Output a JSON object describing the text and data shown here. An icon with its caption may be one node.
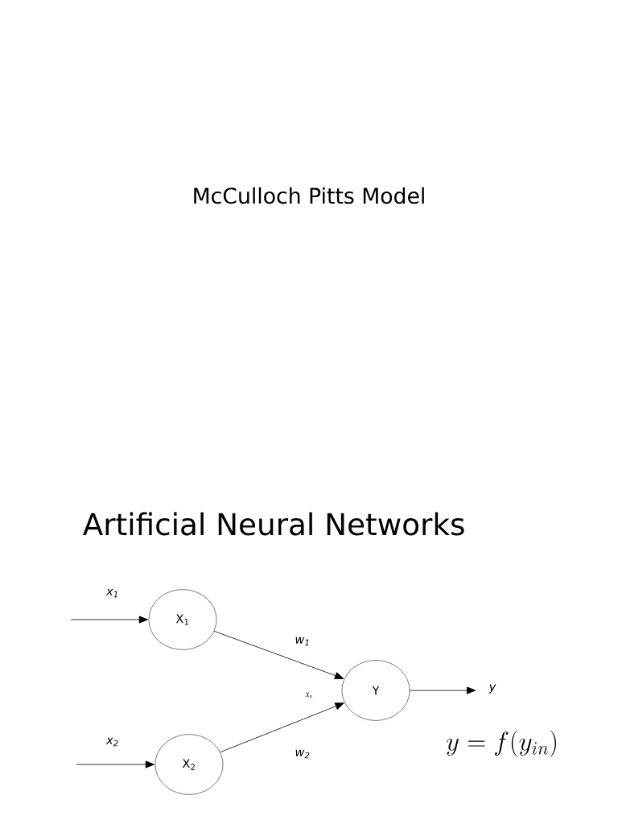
{
  "diagram": {
    "title": "McCulloch Pitts Model",
    "nodes": [
      {
        "text": [
          "X$_{1}$"
        ]
      },
      {
        "text": [
          "X$_{2}$"
        ]
      },
      {
        "text": [
          "Y"
        ]
      }
    ],
    "edges": [
      {
        "from": null,
        "to": 0,
        "arrow": "to",
        "label": "x$_{1}$"
      },
      {
        "from": null,
        "to": 1,
        "arrow": "to",
        "label": "x$_{2}$"
      },
      {
        "from": 0,
        "to": 2,
        "arrow": "to",
        "label": "w$_{1}$"
      },
      {
        "from": 1,
        "to": 2,
        "arrow": "to",
        "label": "w$_{2}$"
      },
      {
        "from": 2,
        "to": null,
        "arrow": "to",
        "label": "y"
      }
    ],
    "labels": [
      "Artificial Neural Networks",
      "X$_{n}$",
      "y=f(y_{in})"
    ]
  }
}
